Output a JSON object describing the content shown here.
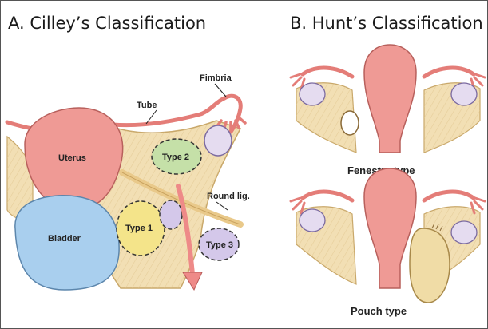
{
  "panels": {
    "a": {
      "title": "A. Cilley’s Classification",
      "labels": {
        "fimbria": "Fimbria",
        "tube": "Tube",
        "uterus": "Uterus",
        "type2": "Type 2",
        "round_lig": "Round lig.",
        "type1": "Type 1",
        "bladder": "Bladder",
        "type3": "Type 3"
      }
    },
    "b": {
      "title": "B. Hunt’s Classification",
      "fenestra_label": "Fenestra type",
      "pouch_label": "Pouch type"
    }
  },
  "colors": {
    "uterus": "#ef9a95",
    "ligament": "#f2dfb4",
    "bladder": "#a9cfee",
    "ovary": "#e5dcf0",
    "type_zone": "#f4e48a",
    "type_zone_purple": "#d4c8ea",
    "arrow": "#ee8a88",
    "round_lig": "#e9c98a"
  }
}
